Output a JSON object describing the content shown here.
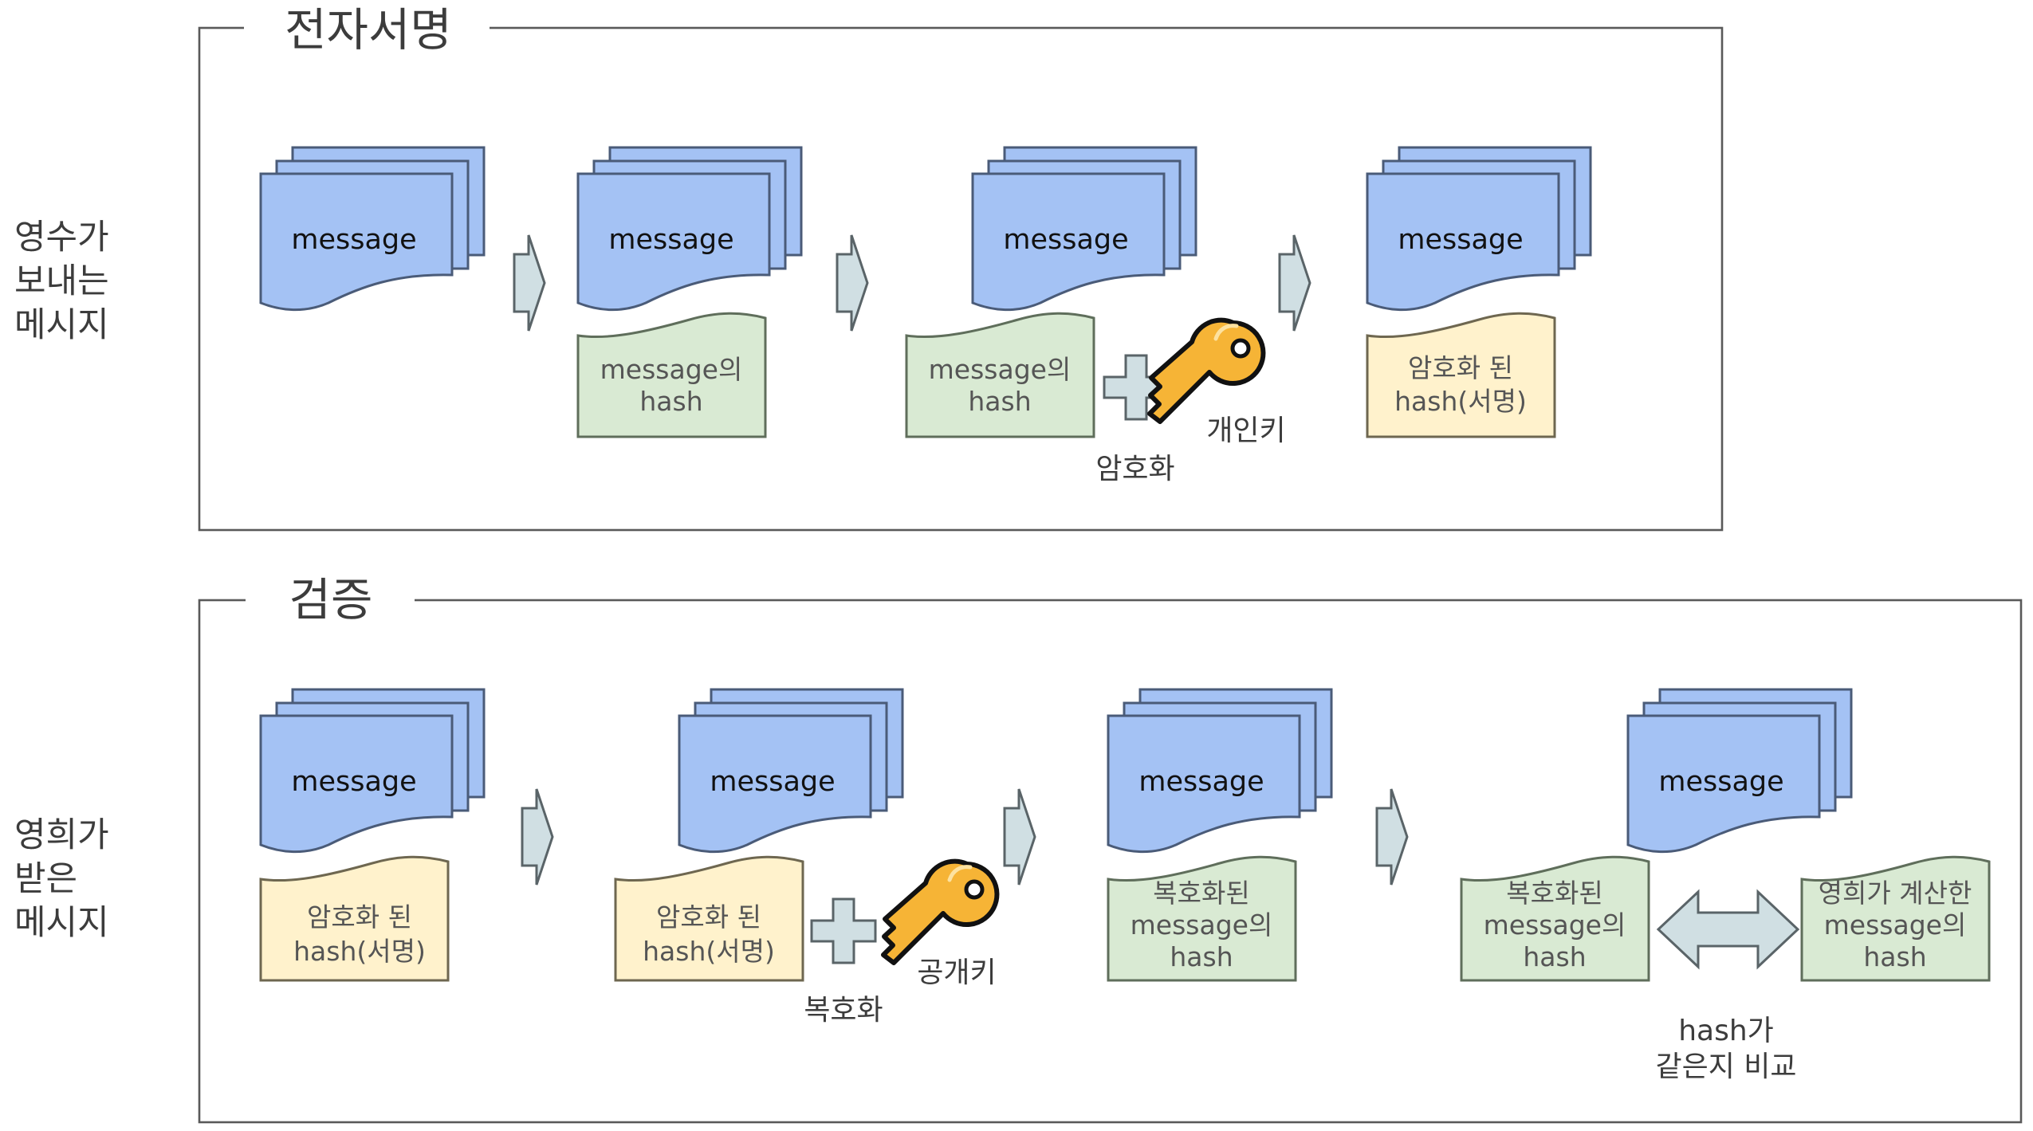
{
  "sections": {
    "signature": {
      "title": "전자서명",
      "side_label": [
        "영수가",
        "보내는",
        "메시지"
      ],
      "message_label": "message",
      "hash_label": [
        "message의",
        "hash"
      ],
      "encrypted_label": [
        "암호화 된",
        "hash(서명)"
      ],
      "key_label": "개인키",
      "operation_label": "암호화"
    },
    "verification": {
      "title": "검증",
      "side_label": [
        "영희가",
        "받은",
        "메시지"
      ],
      "message_label": "message",
      "encrypted_label": [
        "암호화 된",
        "hash(서명)"
      ],
      "key_label": "공개키",
      "operation_label": "복호화",
      "decrypted_label": [
        "복호화된",
        "message의",
        "hash"
      ],
      "computed_label": [
        "영희가 계산한",
        "message의",
        "hash"
      ],
      "compare_label": [
        "hash가",
        "같은지 비교"
      ]
    }
  },
  "colors": {
    "message_doc": "#a4c2f4",
    "hash_doc": "#d9ead3",
    "signed_hash_doc": "#fff2cc",
    "key": "#f6b436",
    "arrow": "#d0dfe3",
    "frame": "#595959"
  },
  "icons": {
    "key": "key-icon",
    "plus": "plus-icon",
    "flow_arrow": "right-arrow-icon",
    "compare": "double-arrow-icon"
  }
}
